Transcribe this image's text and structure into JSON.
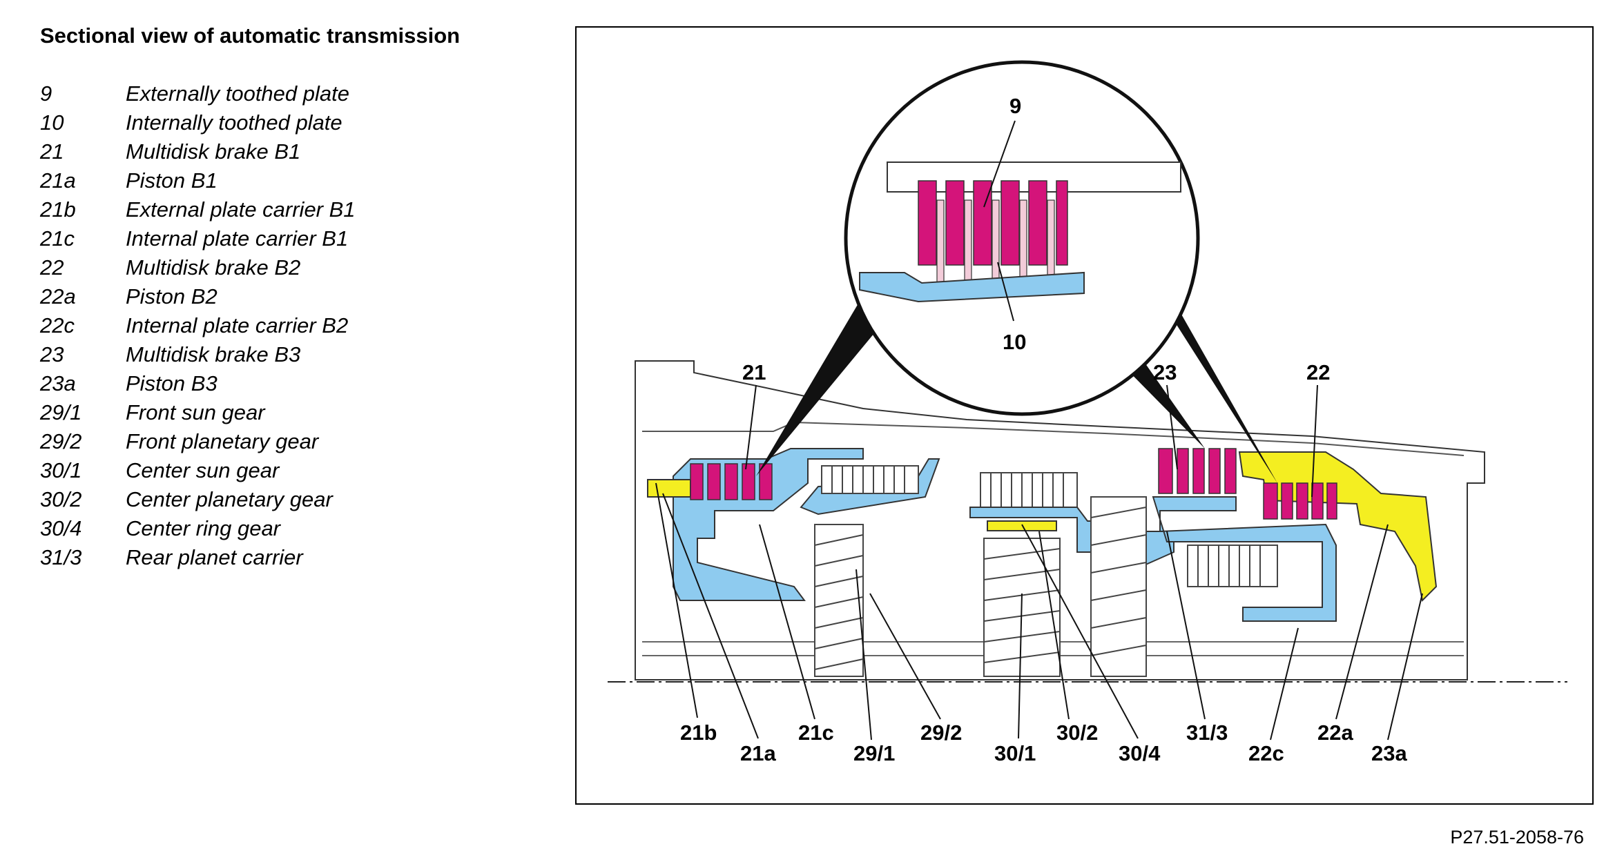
{
  "title": "Sectional view of automatic transmission",
  "legend": [
    {
      "code": "9",
      "text": "Externally toothed plate"
    },
    {
      "code": "10",
      "text": "Internally toothed plate"
    },
    {
      "code": "21",
      "text": "Multidisk brake B1"
    },
    {
      "code": "21a",
      "text": "Piston B1"
    },
    {
      "code": "21b",
      "text": "External plate carrier B1"
    },
    {
      "code": "21c",
      "text": "Internal plate carrier B1"
    },
    {
      "code": "22",
      "text": "Multidisk brake B2"
    },
    {
      "code": "22a",
      "text": "Piston B2"
    },
    {
      "code": "22c",
      "text": "Internal plate carrier B2"
    },
    {
      "code": "23",
      "text": "Multidisk brake B3"
    },
    {
      "code": "23a",
      "text": "Piston B3"
    },
    {
      "code": "29/1",
      "text": "Front sun gear"
    },
    {
      "code": "29/2",
      "text": "Front planetary gear"
    },
    {
      "code": "30/1",
      "text": "Center sun gear"
    },
    {
      "code": "30/2",
      "text": "Center planetary gear"
    },
    {
      "code": "30/4",
      "text": "Center ring gear"
    },
    {
      "code": "31/3",
      "text": "Rear planet carrier"
    }
  ],
  "diagram": {
    "zoom_labels": {
      "top": "9",
      "bottom": "10"
    },
    "top_labels": {
      "b1": "21",
      "b3": "23",
      "b2": "22"
    },
    "bottom_labels": {
      "l21b": "21b",
      "l21a": "21a",
      "l21c": "21c",
      "l29_1": "29/1",
      "l29_2": "29/2",
      "l30_1": "30/1",
      "l30_2": "30/2",
      "l30_4": "30/4",
      "l31_3": "31/3",
      "l22c": "22c",
      "l22a": "22a",
      "l23a": "23a"
    },
    "colors": {
      "plates": "#d4147a",
      "carrier": "#8ecbef",
      "piston": "#f4ee21",
      "line": "#222222"
    }
  },
  "reference": "P27.51-2058-76"
}
